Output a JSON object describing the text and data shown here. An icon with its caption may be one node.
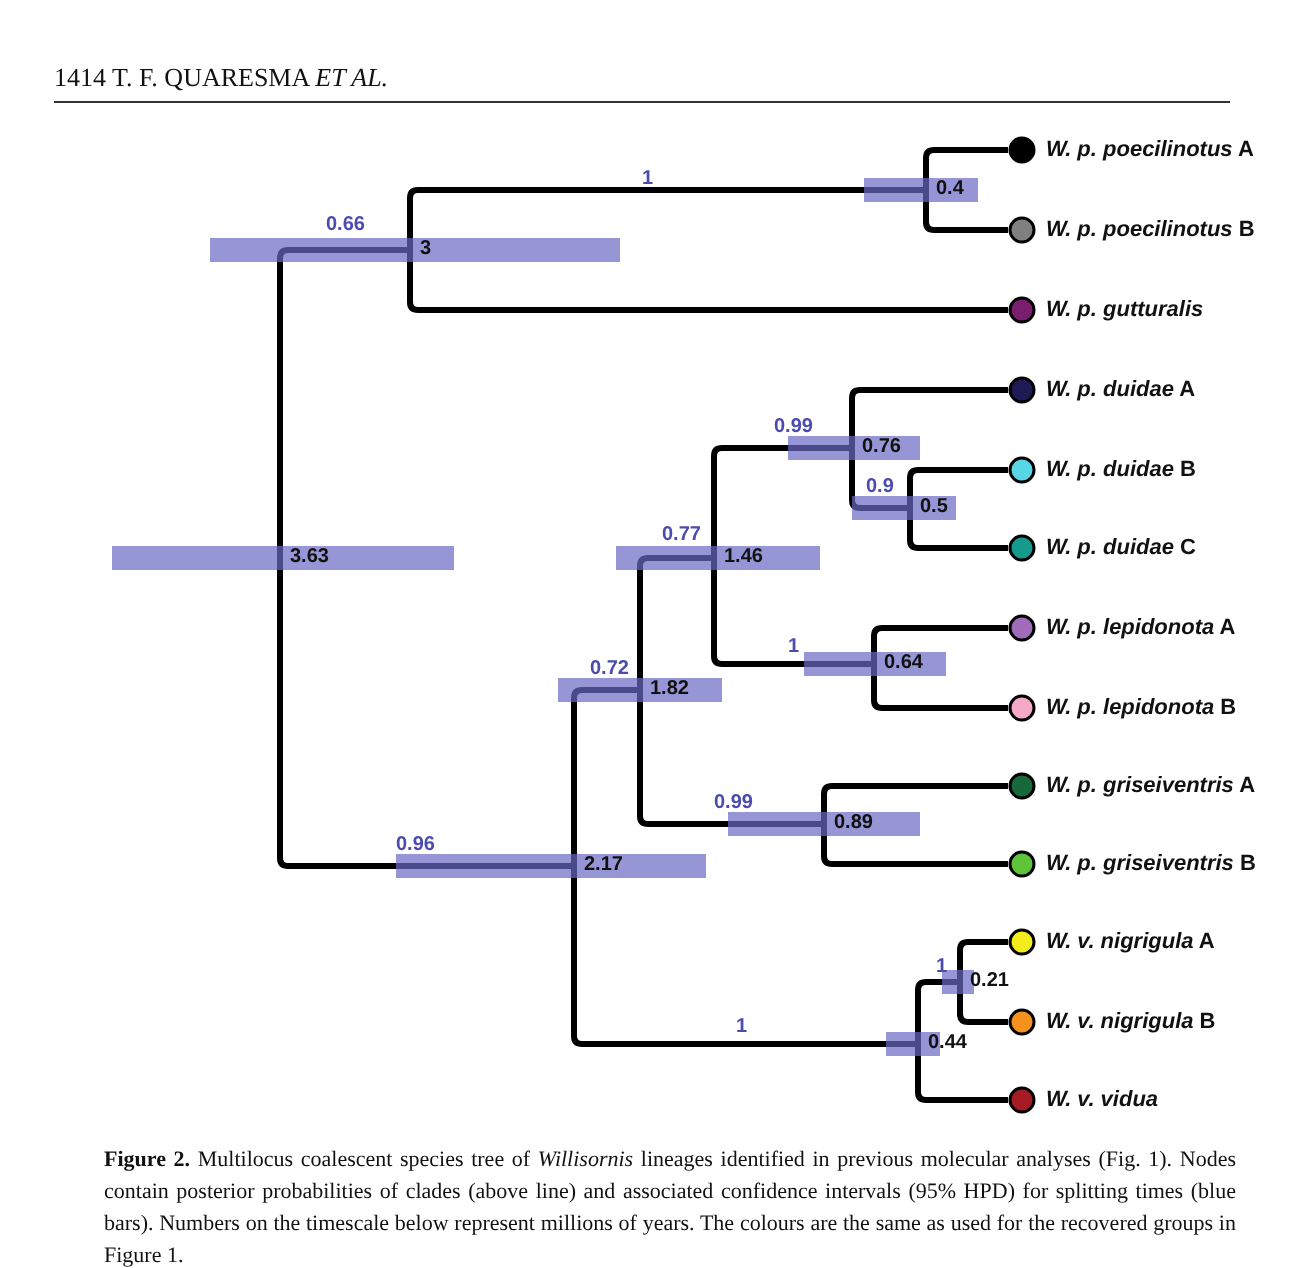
{
  "diagram": {
    "caption": "**Figure 2.** Multilocus coalescent species tree of *Willisornis* lineages identified in previous molecular analyses (Fig. 1). Nodes contain posterior probabilities of clades (above line) and associated confidence intervals (95% HPD) for splitting times (blue bars). Numbers on the timescale below represent millions of years. The colours are the same as used for the recovered groups in Figure 1.",
    "nodes": [
      {
        "text": [
          "3.63"
        ]
      },
      {
        "text": [
          "3"
        ]
      },
      {
        "text": [
          "0.4"
        ]
      },
      {
        "text": [
          "*W. p. poecilinotus* A"
        ]
      },
      {
        "text": [
          "*W. p. poecilinotus* B"
        ]
      },
      {
        "text": [
          "W. p. gutturalis"
        ]
      },
      {
        "text": [
          "2.17"
        ]
      },
      {
        "text": [
          "1.82"
        ]
      },
      {
        "text": [
          "1.46"
        ]
      },
      {
        "text": [
          "0.76"
        ]
      },
      {
        "text": [
          "*W. p. duidae* A"
        ]
      },
      {
        "text": [
          "0.5"
        ]
      },
      {
        "text": [
          "*W. p. duidae* B"
        ]
      },
      {
        "text": [
          "*W. p. duidae* C"
        ]
      },
      {
        "text": [
          "0.64"
        ]
      },
      {
        "text": [
          "*W. p. lepidonota* A"
        ]
      },
      {
        "text": [
          "*W. p. lepidonota* B"
        ]
      },
      {
        "text": [
          "0.89"
        ]
      },
      {
        "text": [
          "*W. p. griseiventris* A"
        ]
      },
      {
        "text": [
          "*W. p. griseiventris* B"
        ]
      },
      {
        "text": [
          "0.44"
        ]
      },
      {
        "text": [
          "0.21"
        ]
      },
      {
        "text": [
          "*W. v. nigrigula* A"
        ]
      },
      {
        "text": [
          "*W. v. nigrigula* B"
        ]
      },
      {
        "text": [
          "W. v. vidua"
        ]
      }
    ],
    "edges": [
      {
        "from": 0,
        "to": 1,
        "arrow": "none",
        "label": "0.66"
      },
      {
        "from": 0,
        "to": 6,
        "arrow": "none",
        "label": "0.96"
      },
      {
        "from": 1,
        "to": 2,
        "arrow": "none",
        "label": "1"
      },
      {
        "from": 1,
        "to": 5,
        "arrow": "none"
      },
      {
        "from": 2,
        "to": 3,
        "arrow": "none"
      },
      {
        "from": 2,
        "to": 4,
        "arrow": "none"
      },
      {
        "from": 6,
        "to": 7,
        "arrow": "none",
        "label": "0.72"
      },
      {
        "from": 6,
        "to": 20,
        "arrow": "none",
        "label": "1"
      },
      {
        "from": 7,
        "to": 8,
        "arrow": "none",
        "label": "0.77"
      },
      {
        "from": 7,
        "to": 17,
        "arrow": "none",
        "label": "0.99"
      },
      {
        "from": 8,
        "to": 9,
        "arrow": "none",
        "label": "0.99"
      },
      {
        "from": 8,
        "to": 14,
        "arrow": "none",
        "label": "1"
      },
      {
        "from": 9,
        "to": 10,
        "arrow": "none"
      },
      {
        "from": 9,
        "to": 11,
        "arrow": "none",
        "label": "0.9"
      },
      {
        "from": 11,
        "to": 12,
        "arrow": "none"
      },
      {
        "from": 11,
        "to": 13,
        "arrow": "none"
      },
      {
        "from": 14,
        "to": 15,
        "arrow": "none"
      },
      {
        "from": 14,
        "to": 16,
        "arrow": "none"
      },
      {
        "from": 17,
        "to": 18,
        "arrow": "none"
      },
      {
        "from": 17,
        "to": 19,
        "arrow": "none"
      },
      {
        "from": 20,
        "to": 21,
        "arrow": "none",
        "label": "1"
      },
      {
        "from": 20,
        "to": 24,
        "arrow": "none"
      },
      {
        "from": 21,
        "to": 22,
        "arrow": "none"
      },
      {
        "from": 21,
        "to": 23,
        "arrow": "none"
      }
    ],
    "labels": [
      "1414 T. F. QUARESMA *ET AL.*"
    ]
  }
}
